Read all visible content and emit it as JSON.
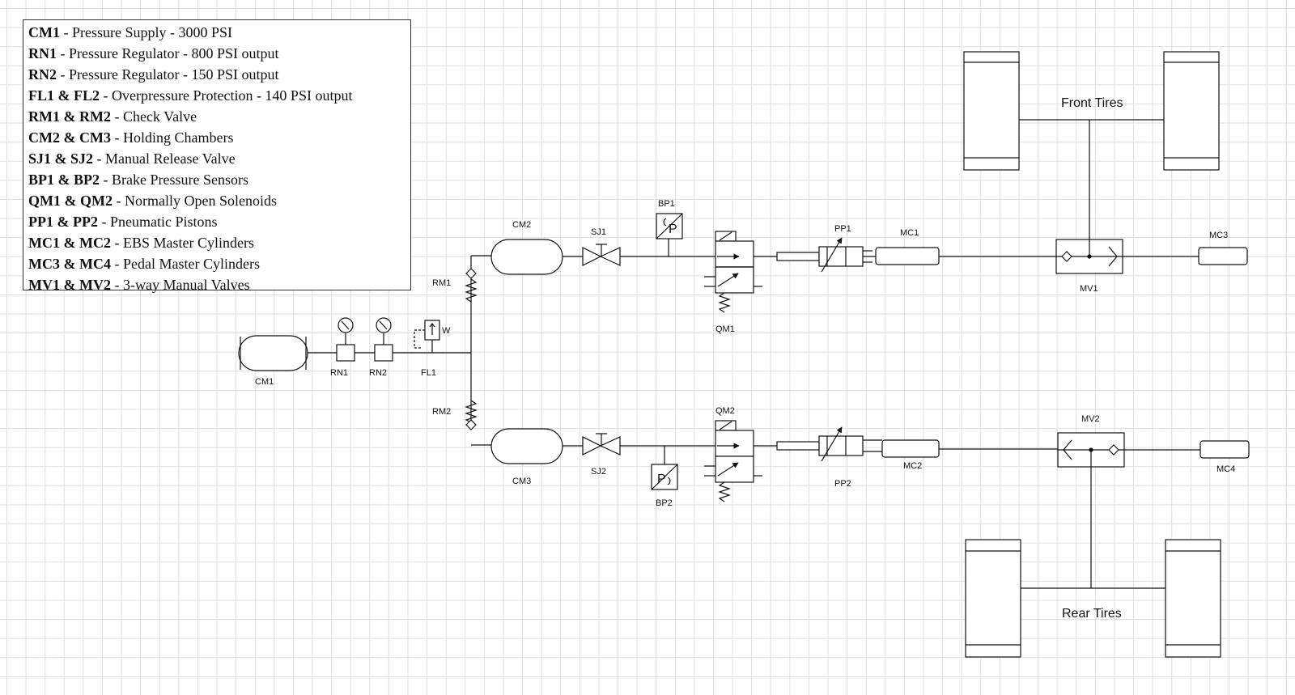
{
  "legend": {
    "items": [
      {
        "code": "CM1",
        "desc": " - Pressure Supply - 3000 PSI"
      },
      {
        "code": "RN1",
        "desc": " - Pressure Regulator - 800 PSI output"
      },
      {
        "code": "RN2",
        "desc": " - Pressure Regulator - 150 PSI output"
      },
      {
        "code": "FL1 & FL2",
        "desc": " - Overpressure Protection - 140 PSI output"
      },
      {
        "code": "RM1 & RM2",
        "desc": " - Check Valve"
      },
      {
        "code": "CM2 & CM3",
        "desc": " - Holding Chambers"
      },
      {
        "code": "SJ1 & SJ2",
        "desc": " - Manual Release Valve"
      },
      {
        "code": "BP1 & BP2",
        "desc": " - Brake Pressure Sensors"
      },
      {
        "code": "QM1 & QM2",
        "desc": " - Normally Open Solenoids"
      },
      {
        "code": "PP1 & PP2",
        "desc": " - Pneumatic Pistons"
      },
      {
        "code": "MC1 & MC2",
        "desc": " - EBS Master Cylinders"
      },
      {
        "code": "MC3 & MC4",
        "desc": " - Pedal Master Cylinders"
      },
      {
        "code": "MV1 & MV2",
        "desc": " - 3-way Manual Valves"
      }
    ]
  },
  "labels": {
    "cm1": "CM1",
    "rn1": "RN1",
    "rn2": "RN2",
    "fl1": "FL1",
    "rm1": "RM1",
    "rm2": "RM2",
    "cm2": "CM2",
    "cm3": "CM3",
    "sj1": "SJ1",
    "sj2": "SJ2",
    "bp1": "BP1",
    "bp2": "BP2",
    "qm1": "QM1",
    "qm2": "QM2",
    "pp1": "PP1",
    "pp2": "PP2",
    "mc1": "MC1",
    "mc2": "MC2",
    "mc3": "MC3",
    "mc4": "MC4",
    "mv1": "MV1",
    "mv2": "MV2",
    "front_tires": "Front Tires",
    "rear_tires": "Rear Tires",
    "sensor_glyph": "P",
    "relief_glyph": "W"
  }
}
